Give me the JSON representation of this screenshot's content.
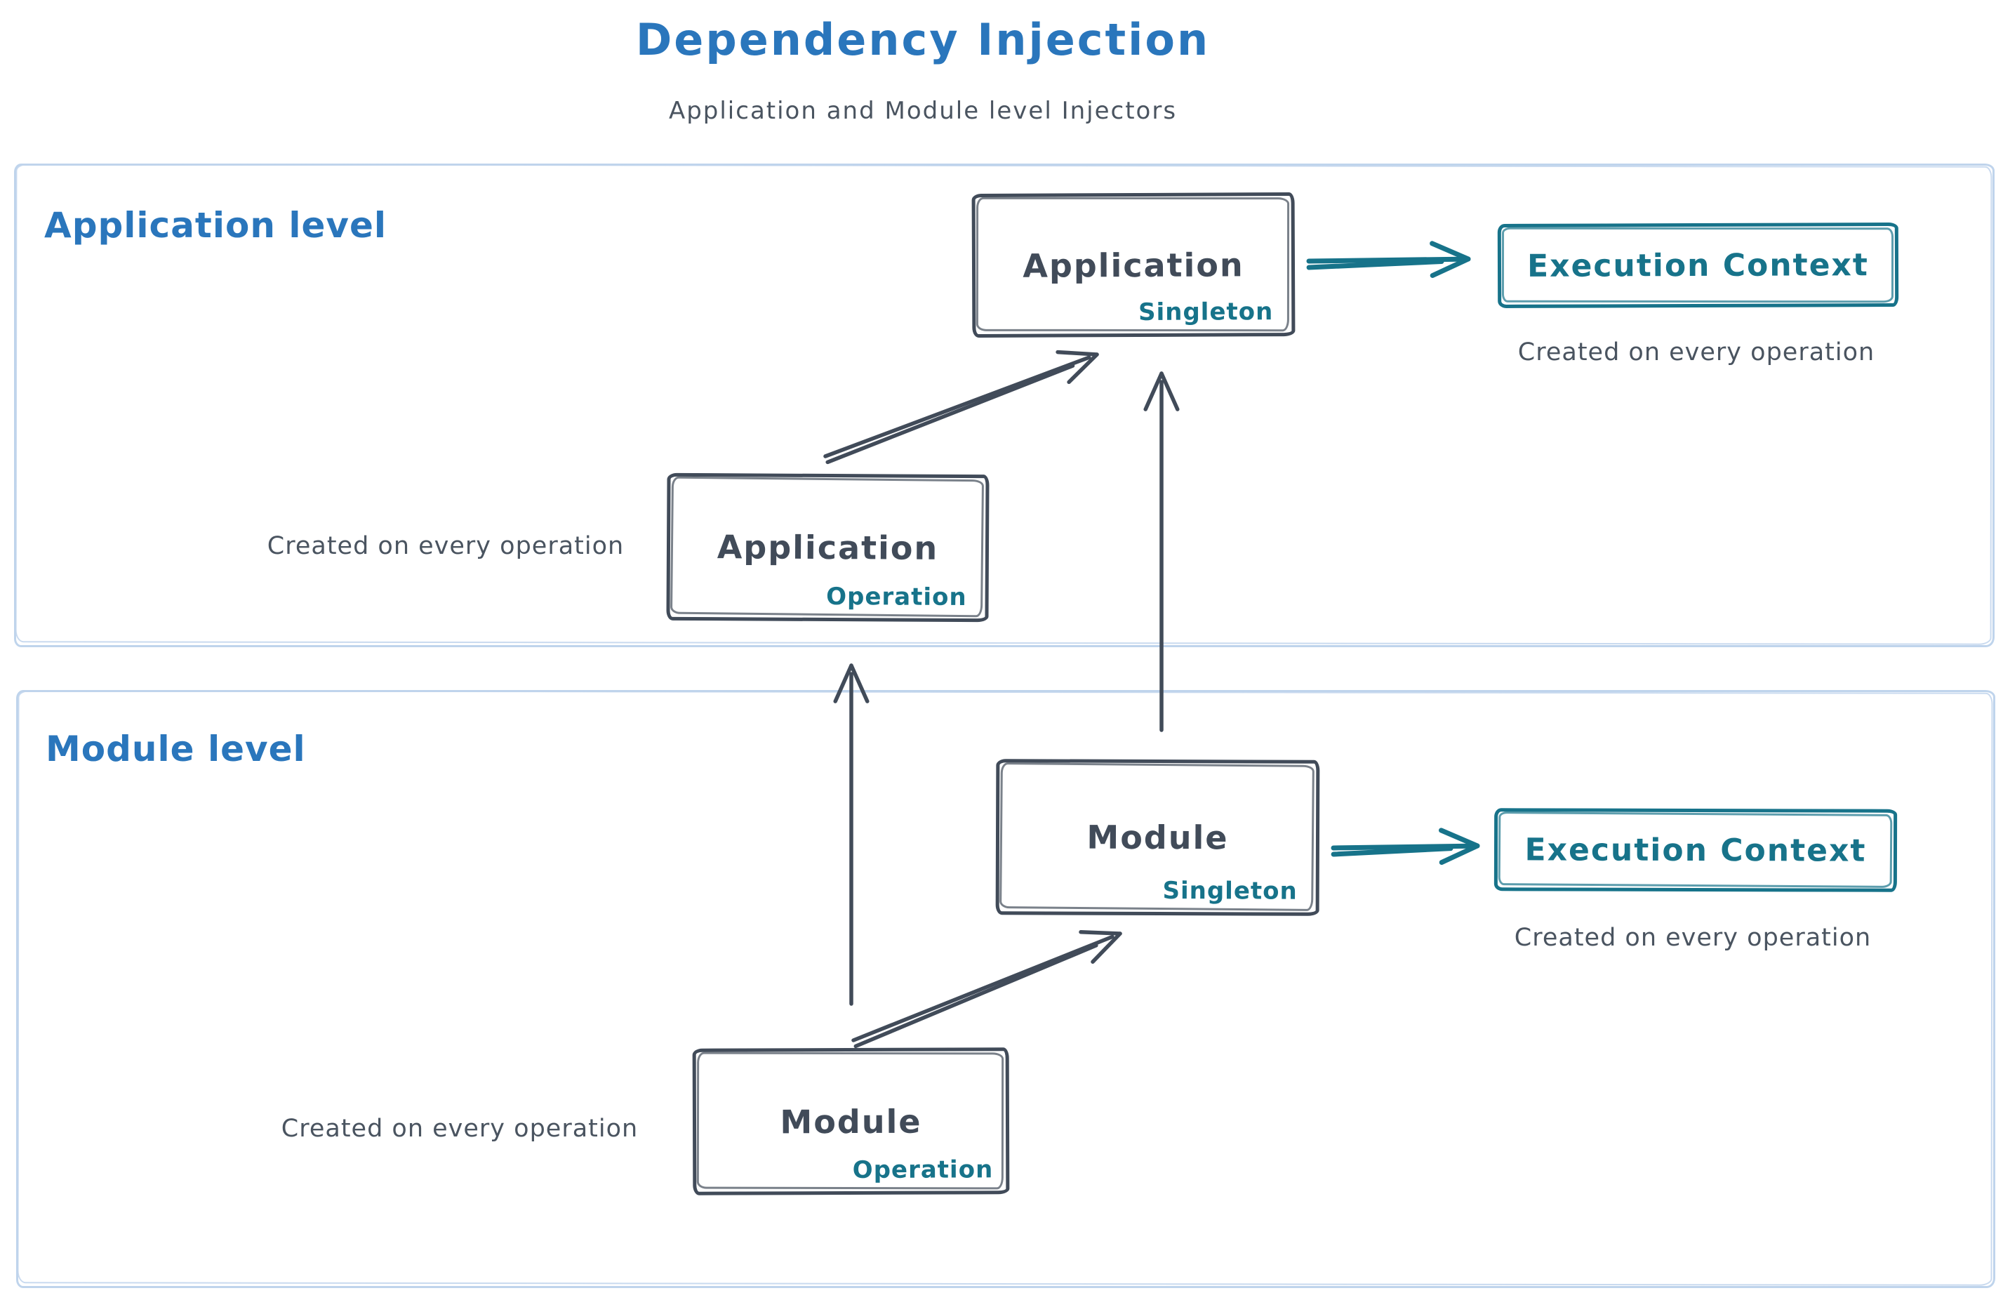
{
  "page": {
    "title": "Dependency Injection",
    "subtitle": "Application and Module level Injectors"
  },
  "colors": {
    "accent_blue": "#2a76bc",
    "ink_slate": "#414b59",
    "accent_teal": "#17738a",
    "frame_light_blue": "#bfd4ec"
  },
  "sections": {
    "application": {
      "label": "Application level",
      "singleton_box": {
        "title": "Application",
        "tag": "Singleton"
      },
      "operation_box": {
        "title": "Application",
        "tag": "Operation"
      },
      "operation_note": "Created on every operation",
      "execution_box": {
        "title": "Execution Context"
      },
      "execution_note": "Created on every operation"
    },
    "module": {
      "label": "Module level",
      "singleton_box": {
        "title": "Module",
        "tag": "Singleton"
      },
      "operation_box": {
        "title": "Module",
        "tag": "Operation"
      },
      "operation_note": "Created on every operation",
      "execution_box": {
        "title": "Execution Context"
      },
      "execution_note": "Created on every operation"
    }
  },
  "arrows": {
    "app_operation_to_app_singleton": "operation injector feeds application singleton",
    "module_singleton_to_app_singleton": "module singleton feeds application singleton",
    "app_singleton_to_execution_context": "application singleton creates execution context",
    "module_operation_to_app_operation": "module operation feeds application operation",
    "module_operation_to_module_singleton": "module operation feeds module singleton",
    "module_singleton_to_execution_context": "module singleton creates execution context"
  }
}
